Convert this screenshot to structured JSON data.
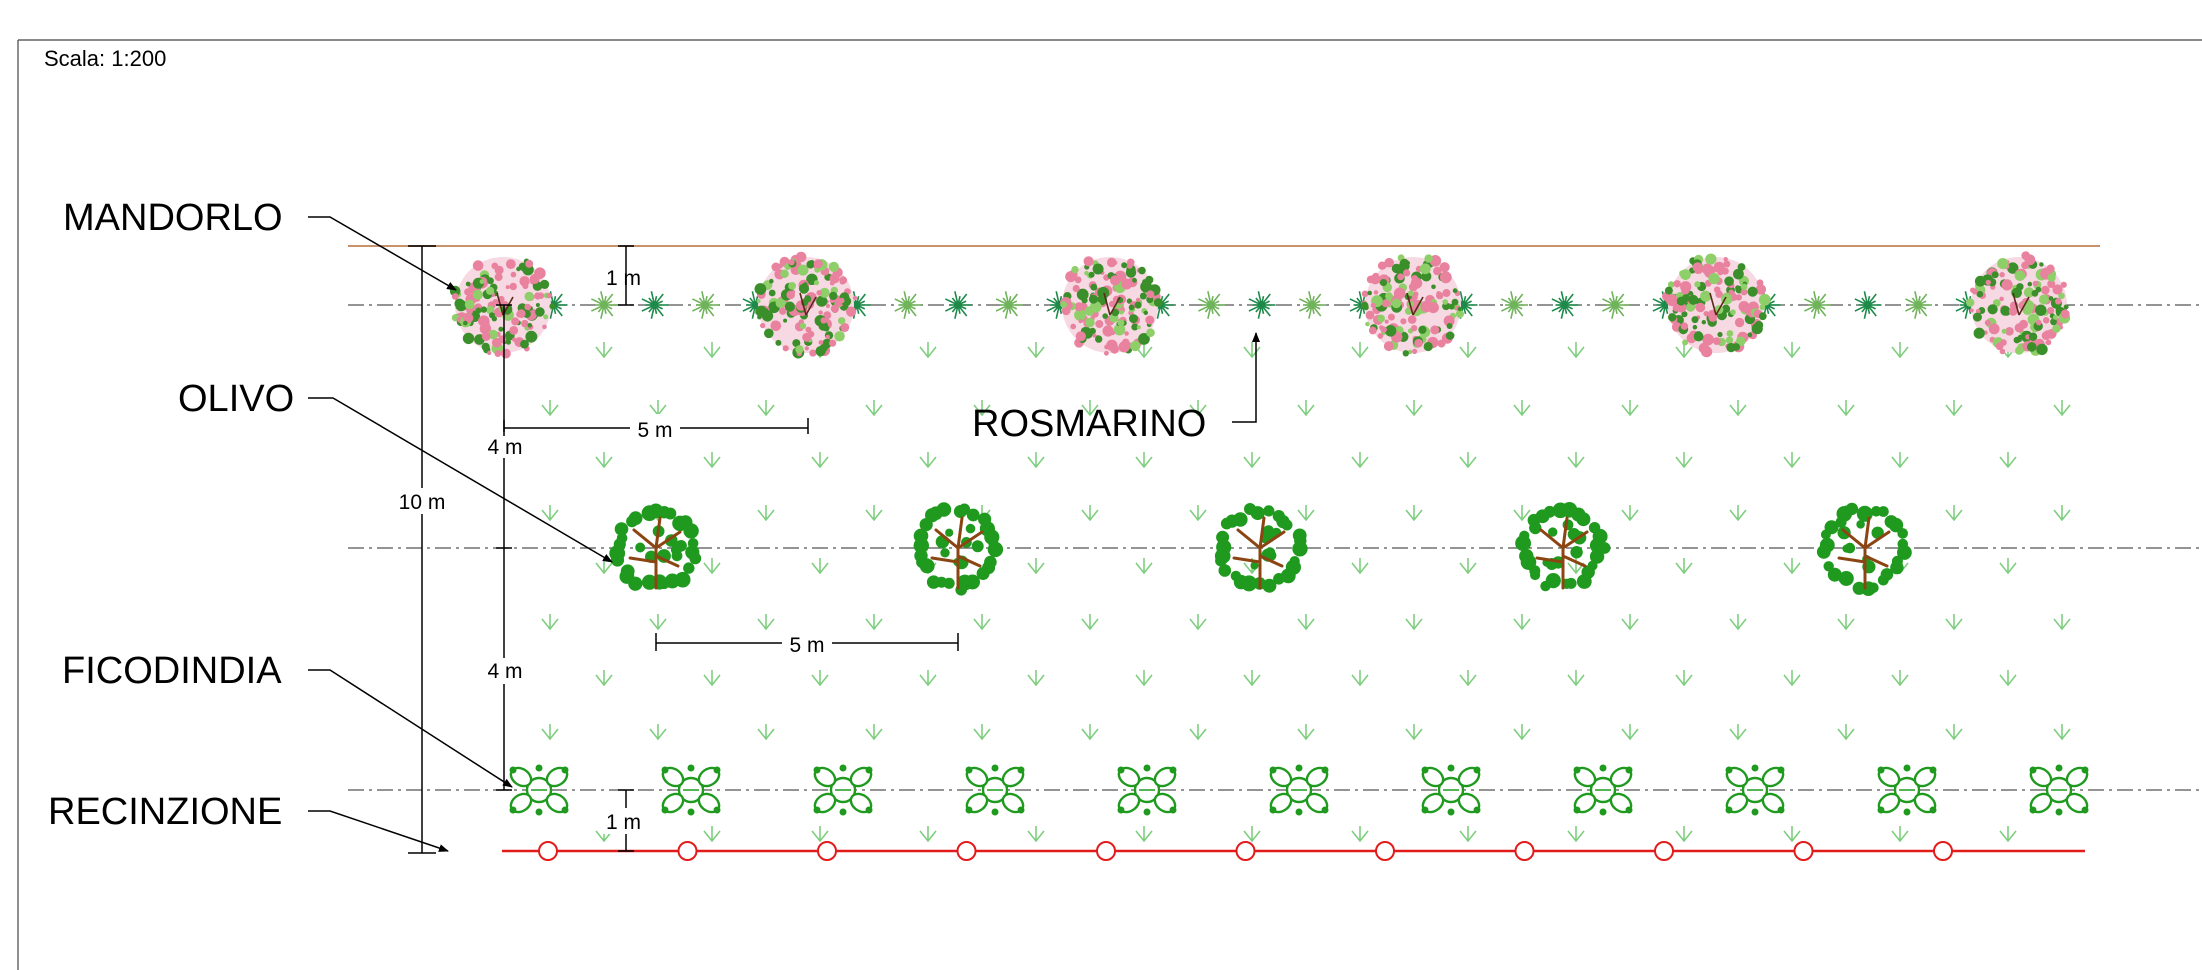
{
  "scale_label": "Scala: 1:200",
  "labels": {
    "mandorlo": "MANDORLO",
    "olivo": "OLIVO",
    "ficodindia": "FICODINDIA",
    "recinzione": "RECINZIONE",
    "rosmarino": "ROSMARINO"
  },
  "dimensions": {
    "top_offset": "1 m",
    "almond_spacing": "5 m",
    "row_gap_upper": "4 m",
    "total_width": "10 m",
    "olive_spacing": "5 m",
    "row_gap_lower": "4 m",
    "bottom_offset": "1 m"
  },
  "colors": {
    "boundary_top": "#c8926a",
    "fence": "#e21b1b",
    "olive_leaf": "#1f9a1f",
    "olive_trunk": "#8b4513",
    "almond_pink": "#e9829f",
    "almond_green": "#3a8f2a",
    "rosemary_dark": "#1d8a4a",
    "rosemary_light": "#6fb35a",
    "grass": "#7fce7f",
    "cactus": "#1f9a1f",
    "axis_line": "#555555"
  }
}
